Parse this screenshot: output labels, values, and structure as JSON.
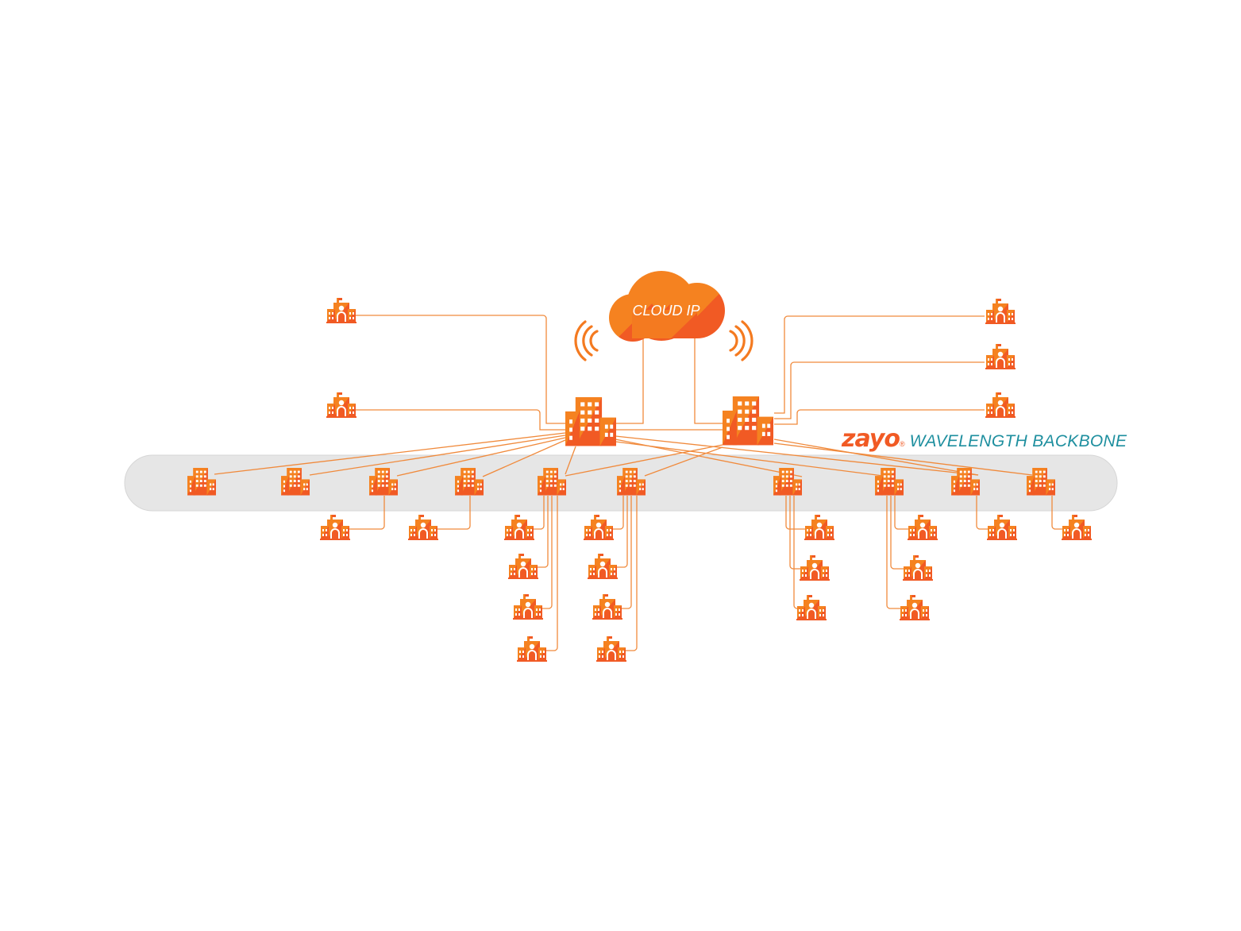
{
  "cloud": {
    "label": "CLOUD IP"
  },
  "backbone": {
    "logo_text": "zayo",
    "logo_mark": "®",
    "label": "WAVELENGTH BACKBONE"
  },
  "colors": {
    "orange": "#f47a20",
    "orange_dark": "#f15a24",
    "line": "#f08a3c",
    "backbone_band": "#e6e6e6",
    "teal": "#1e8f9f"
  },
  "icons": {
    "hub": "office-building-icon",
    "node": "office-building-icon",
    "site": "school-building-icon",
    "signal": "wireless-signal-icon",
    "cloud": "cloud-icon"
  }
}
